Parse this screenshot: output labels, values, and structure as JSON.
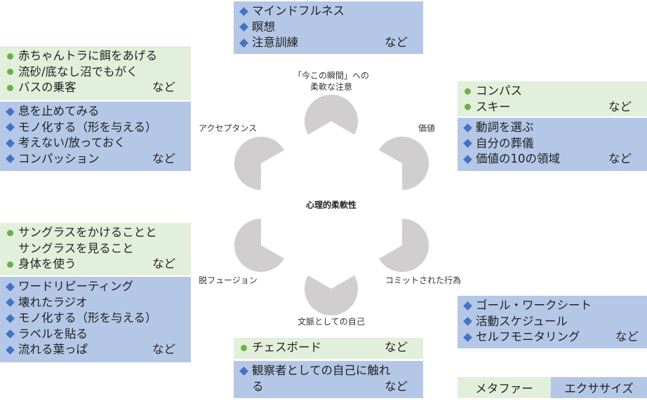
{
  "center_title": "心理的柔軟性",
  "pie_color": "#d0cece",
  "colors": {
    "metaphor_bg": "#e2efda",
    "exercise_bg": "#b4c7e7",
    "metaphor_bullet": "#70ad47",
    "exercise_bullet": "#4472c4"
  },
  "processes": {
    "present": [
      "「今この瞬間」への",
      "柔軟な注意"
    ],
    "values": "価値",
    "committed": "コミットされた行為",
    "self": "文脈としての自己",
    "defusion": "脱フュージョン",
    "acceptance": "アクセプタンス"
  },
  "boxes": {
    "present_ex": [
      {
        "text": "マインドフルネス"
      },
      {
        "text": "瞑想"
      },
      {
        "text": "注意訓練",
        "nado": "など"
      }
    ],
    "acceptance_met": [
      {
        "text": "赤ちゃんトラに餌をあげる"
      },
      {
        "text": "流砂/底なし沼でもがく"
      },
      {
        "text": "バスの乗客",
        "nado": "など"
      }
    ],
    "acceptance_ex": [
      {
        "text": "息を止めてみる"
      },
      {
        "text": "モノ化する（形を与える）"
      },
      {
        "text": "考えない/放っておく"
      },
      {
        "text": "コンパッション",
        "nado": "など"
      }
    ],
    "values_met": [
      {
        "text": "コンパス"
      },
      {
        "text": "スキー",
        "nado": "など"
      }
    ],
    "values_ex": [
      {
        "text": "動詞を選ぶ"
      },
      {
        "text": "自分の葬儀"
      },
      {
        "text": "価値の10の領域",
        "nado": "など"
      }
    ],
    "defusion_met": [
      {
        "text": "サングラスをかけることと"
      },
      {
        "text": "サングラスを見ること",
        "cont": true
      },
      {
        "text": "身体を使う",
        "nado": "など"
      }
    ],
    "defusion_ex": [
      {
        "text": "ワードリピーティング"
      },
      {
        "text": "壊れたラジオ"
      },
      {
        "text": "モノ化する（形を与える）"
      },
      {
        "text": "ラベルを貼る"
      },
      {
        "text": "流れる葉っぱ",
        "nado": "など"
      }
    ],
    "committed_ex": [
      {
        "text": "ゴール・ワークシート"
      },
      {
        "text": "活動スケジュール"
      },
      {
        "text": "セルフモニタリング",
        "nado": "など"
      }
    ],
    "self_met": [
      {
        "text": "チェスボード",
        "nado": "など"
      }
    ],
    "self_ex": [
      {
        "text": "観察者としての自己に触れ"
      },
      {
        "text": "る",
        "cont": true,
        "nado": "など"
      }
    ]
  },
  "legend": {
    "metaphor": "メタファー",
    "exercise": "エクササイズ"
  }
}
